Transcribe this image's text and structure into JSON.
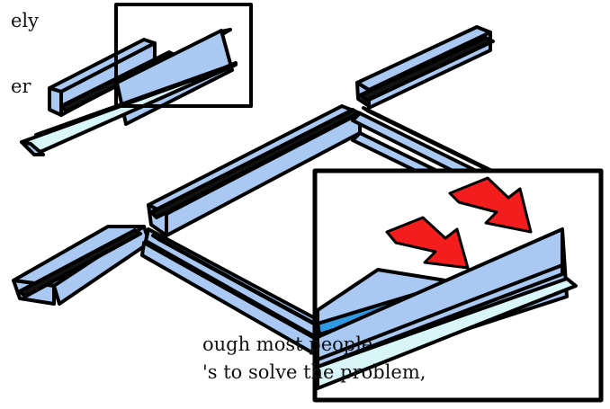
{
  "text_fragments": {
    "top_line_1": "ely",
    "top_line_2": "er",
    "bottom_line_1": "ough most people",
    "bottom_line_2": "'s to solve the problem,"
  },
  "colors": {
    "rail_face": "#a9c8f2",
    "rail_underside": "#d8f6f8",
    "rail_groove": "#2f9ae3",
    "outline": "#000000",
    "arrow": "#f41d1d",
    "frame": "#000000"
  },
  "icons": {
    "arrows": "red-arrow-icon"
  }
}
